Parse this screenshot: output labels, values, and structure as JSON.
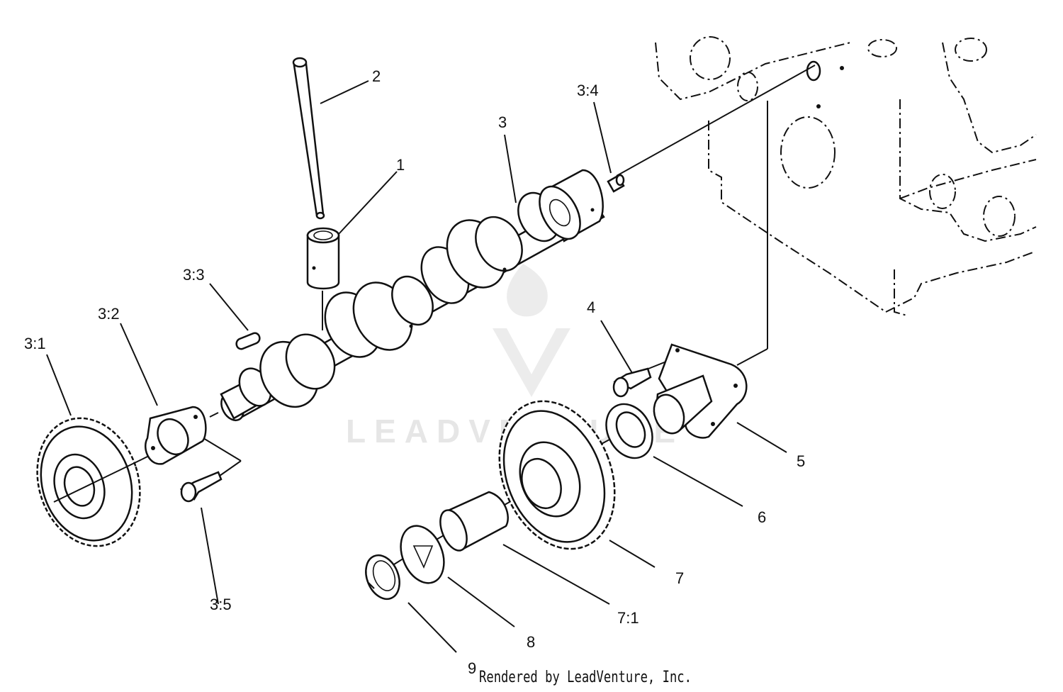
{
  "diagram": {
    "callouts": [
      {
        "id": "callout-1",
        "text": "1"
      },
      {
        "id": "callout-2",
        "text": "2"
      },
      {
        "id": "callout-3",
        "text": "3"
      },
      {
        "id": "callout-3-1",
        "text": "3:1"
      },
      {
        "id": "callout-3-2",
        "text": "3:2"
      },
      {
        "id": "callout-3-3",
        "text": "3:3"
      },
      {
        "id": "callout-3-4",
        "text": "3:4"
      },
      {
        "id": "callout-3-5",
        "text": "3:5"
      },
      {
        "id": "callout-4",
        "text": "4"
      },
      {
        "id": "callout-5",
        "text": "5"
      },
      {
        "id": "callout-6",
        "text": "6"
      },
      {
        "id": "callout-7",
        "text": "7"
      },
      {
        "id": "callout-7-1",
        "text": "7:1"
      },
      {
        "id": "callout-8",
        "text": "8"
      },
      {
        "id": "callout-9",
        "text": "9"
      }
    ],
    "credit": "Rendered by LeadVenture, Inc.",
    "watermark": "LEADVENTURE"
  }
}
